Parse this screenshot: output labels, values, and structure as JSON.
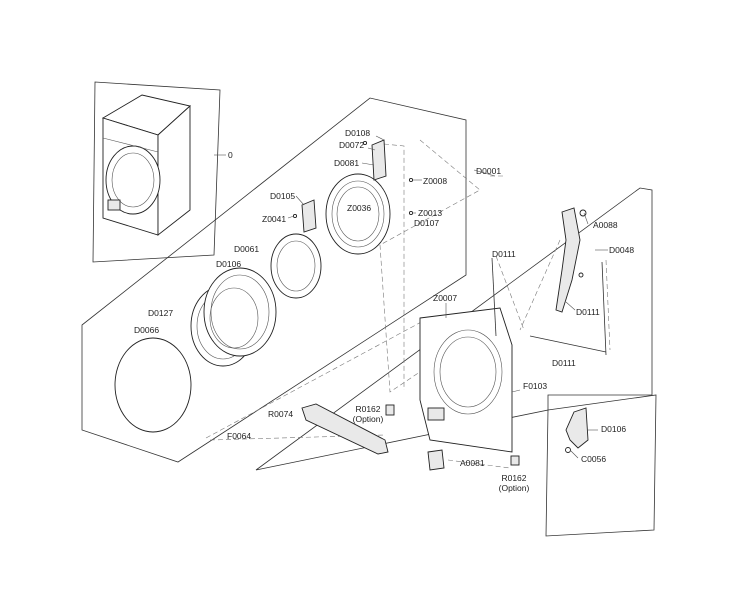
{
  "labels": {
    "assembly": "0",
    "d0108": "D0108",
    "d0072": "D0072",
    "d0081": "D0081",
    "z0008": "Z0008",
    "d0001": "D0001",
    "d0105": "D0105",
    "z0036": "Z0036",
    "z0041": "Z0041",
    "z0013": "Z0013",
    "d0107": "D0107",
    "d0061": "D0061",
    "d0106_ring": "D0106",
    "d0127": "D0127",
    "d0066": "D0066",
    "a0088": "A0088",
    "d0048": "D0048",
    "d0111_left": "D0111",
    "d0111_right": "D0111",
    "d0111_bottom": "D0111",
    "z0007": "Z0007",
    "f0103": "F0103",
    "r0074": "R0074",
    "r0162_a": "R0162",
    "r0162_a_option": "(Option)",
    "f0064": "F0064",
    "a0081": "A0081",
    "r0162_b": "R0162",
    "r0162_b_option": "(Option)",
    "d0106_hinge": "D0106",
    "c0056": "C0056"
  }
}
